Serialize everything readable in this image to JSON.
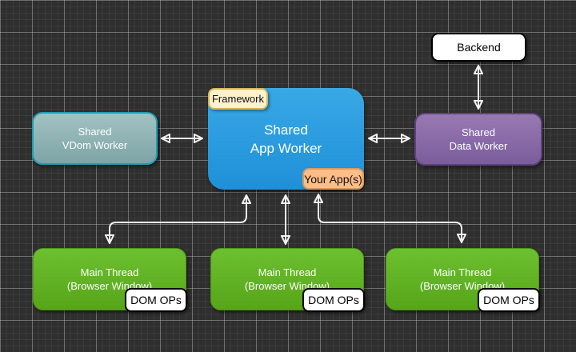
{
  "diagram_title": "shared-worker-architecture",
  "colors": {
    "background": "#2f2f2f",
    "grid_minor": "rgba(255,255,255,0.05)",
    "grid_major": "rgba(255,255,255,0.26)",
    "arrow": "#f2f2f2",
    "app_blue_top": "#38a8e6",
    "app_blue_bottom": "#1f90d8",
    "vdom_teal_top": "#a3c2c2",
    "vdom_teal_bottom": "#7da4a6",
    "vdom_border": "#1ba0b5",
    "data_purple_top": "#9879b3",
    "data_purple_bottom": "#7b5d9c",
    "data_border": "#5d4379",
    "green_top": "#6cc02f",
    "green_bottom": "#57a51a",
    "green_border": "#4f9414",
    "note_cream_bg": "#fff2cc",
    "note_cream_border": "#d6b656",
    "note_orange_bg": "#ffbd87",
    "note_orange_border": "#d79b5f",
    "white_box_bg": "#ffffff",
    "white_box_border": "#000000"
  },
  "nodes": {
    "backend": {
      "label": "Backend"
    },
    "vdom": {
      "line1": "Shared",
      "line2": "VDom Worker"
    },
    "app": {
      "line1": "Shared",
      "line2": "App Worker"
    },
    "framework_badge": {
      "label": "Framework"
    },
    "your_apps_badge": {
      "label": "Your App(s)"
    },
    "data": {
      "line1": "Shared",
      "line2": "Data Worker"
    },
    "main_threads": [
      {
        "line1": "Main Thread",
        "line2": "(Browser Window)",
        "badge": "DOM OPs"
      },
      {
        "line1": "Main Thread",
        "line2": "(Browser Window)",
        "badge": "DOM OPs"
      },
      {
        "line1": "Main Thread",
        "line2": "(Browser Window)",
        "badge": "DOM OPs"
      }
    ]
  },
  "edges": [
    {
      "from": "shared-vdom-worker",
      "to": "shared-app-worker",
      "style": "bidirectional-straight"
    },
    {
      "from": "shared-app-worker",
      "to": "shared-data-worker",
      "style": "bidirectional-straight"
    },
    {
      "from": "backend",
      "to": "shared-data-worker",
      "style": "bidirectional-straight"
    },
    {
      "from": "shared-app-worker",
      "to": "main-thread-1",
      "style": "bidirectional-elbow"
    },
    {
      "from": "shared-app-worker",
      "to": "main-thread-2",
      "style": "bidirectional-straight"
    },
    {
      "from": "shared-app-worker",
      "to": "main-thread-3",
      "style": "bidirectional-elbow"
    }
  ]
}
